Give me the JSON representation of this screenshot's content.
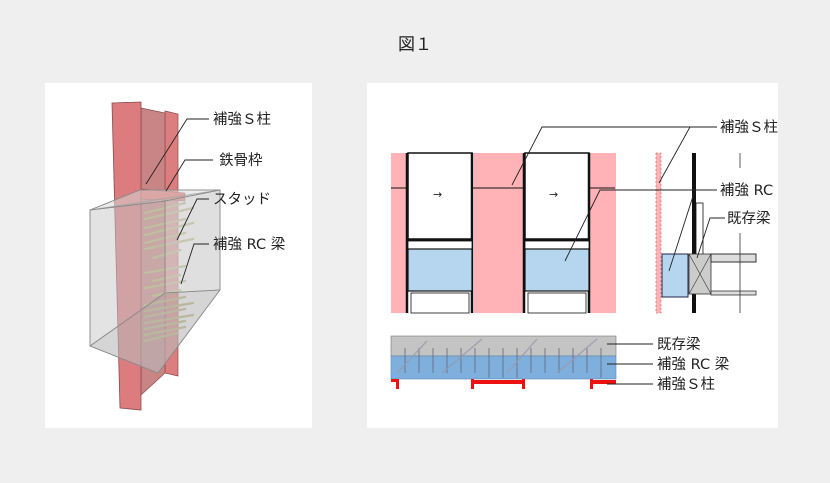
{
  "figure": {
    "title": "図１"
  },
  "left_panel": {
    "labels": {
      "steel_column": "補強Ｓ柱",
      "steel_frame": "鉄骨枠",
      "studs": "スタッド",
      "rc_beam": "補強 RC 梁"
    }
  },
  "right_panel": {
    "elevation_labels": {
      "steel_column": "補強Ｓ柱",
      "rc_beam": "補強 RC 梁",
      "existing_beam": "既存梁"
    },
    "plan_labels": {
      "existing_beam": "既存梁",
      "rc_beam": "補強 RC 梁",
      "steel_column": "補強Ｓ柱"
    },
    "window_arrows": [
      "→",
      "→"
    ]
  },
  "colors": {
    "column_red": "#d9777a",
    "column_pink": "#ffb3b6",
    "beam_blue": "#b5d6ee",
    "plan_blue": "#7fb0dd",
    "plan_gray": "#c4c4c4",
    "steel_red": "#ee1111",
    "stud_yellow": "#c9c88a"
  }
}
